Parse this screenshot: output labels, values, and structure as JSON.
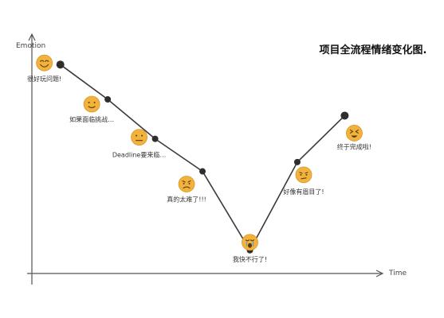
{
  "chart_data": {
    "type": "line",
    "title": "项目全流程情绪变化图.",
    "xlabel": "Time",
    "ylabel": "Emotion",
    "x": [
      1,
      2,
      3,
      4,
      5,
      6,
      7
    ],
    "series": [
      {
        "values": [
          9,
          7.5,
          5.8,
          4.4,
          1,
          4.8,
          6.8
        ]
      }
    ],
    "annotations": [
      "很好玩问题!",
      "如果面临挑战…",
      "Deadline要来临…",
      "真的太难了!!!",
      "我快不行了!",
      "好像有眉目了!",
      "终于完成啦!"
    ],
    "point_mood_icons": [
      "happy",
      "smile",
      "neutral",
      "worried",
      "crying",
      "determined",
      "excited"
    ],
    "xlim": [
      0.4,
      7.8
    ],
    "ylim": [
      0,
      10
    ],
    "grid": false,
    "legend": "none",
    "colors": {
      "line": "#3a3a3a",
      "point": "#2e2e2e",
      "axis": "#555555",
      "face": "#f2b33d",
      "face_shade": "#d9962a"
    }
  }
}
